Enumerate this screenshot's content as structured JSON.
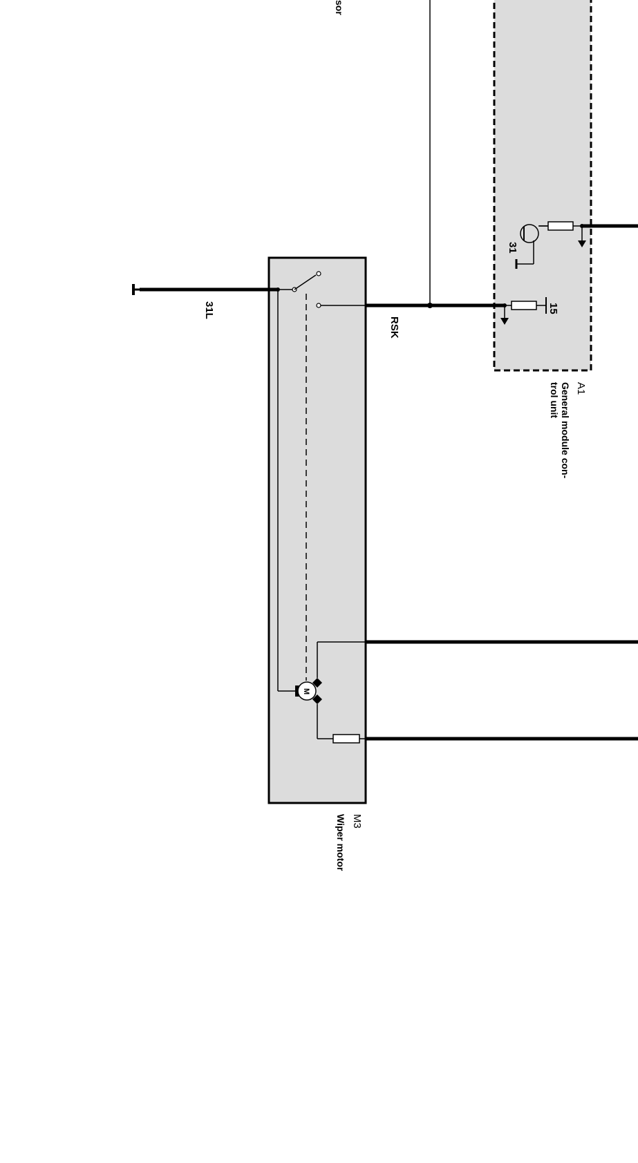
{
  "diagram": {
    "top_cut_label": "sor",
    "ground_terminal": "31L",
    "wire_rsk": "RSK",
    "a1": {
      "id": "A1",
      "name_line1": "General module con-",
      "name_line2": "trol unit",
      "pin_15": "15",
      "pin_31": "31"
    },
    "m3": {
      "id": "M3",
      "name": "Wiper motor",
      "motor_symbol": "M"
    }
  }
}
